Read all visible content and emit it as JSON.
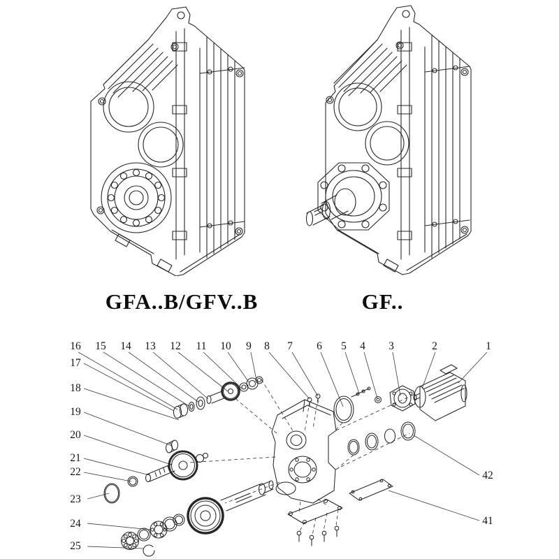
{
  "figures": {
    "left_label": "GFA..B/GFV..B",
    "right_label": "GF.."
  },
  "exploded": {
    "top_row": [
      "16",
      "15",
      "14",
      "13",
      "12",
      "11",
      "10",
      "9",
      "8",
      "7",
      "6",
      "5",
      "4",
      "3",
      "2",
      "1"
    ],
    "left_column": [
      "17",
      "18",
      "19",
      "20",
      "21",
      "22",
      "23",
      "24",
      "25"
    ],
    "right_column": [
      "42",
      "41"
    ]
  },
  "colors": {
    "line": "#262626",
    "text": "#151515",
    "background": "#ffffff"
  }
}
